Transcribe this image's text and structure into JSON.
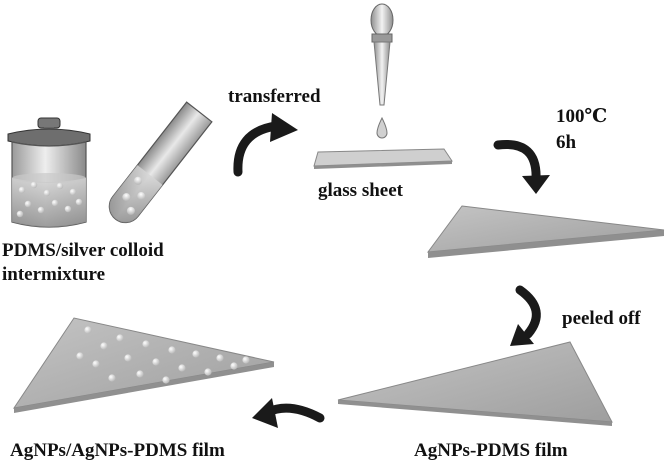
{
  "labels": {
    "mixture_line1": "PDMS/silver colloid",
    "mixture_line2": "intermixture",
    "transferred": "transferred",
    "glass_sheet": "glass sheet",
    "temperature": "100℃",
    "duration": "6h",
    "peeled_off": "peeled off",
    "agnps_pdms_film": "AgNPs-PDMS  film",
    "agnps_agnps_pdms_film": "AgNPs/AgNPs-PDMS  film"
  },
  "colors": {
    "text": "#111111",
    "arrow": "#1a1a1a",
    "film_gray": "#b3b3b3",
    "film_edge": "#8c8c8c",
    "particle": "#e6e6e6",
    "glass": "#c8c8c8"
  }
}
